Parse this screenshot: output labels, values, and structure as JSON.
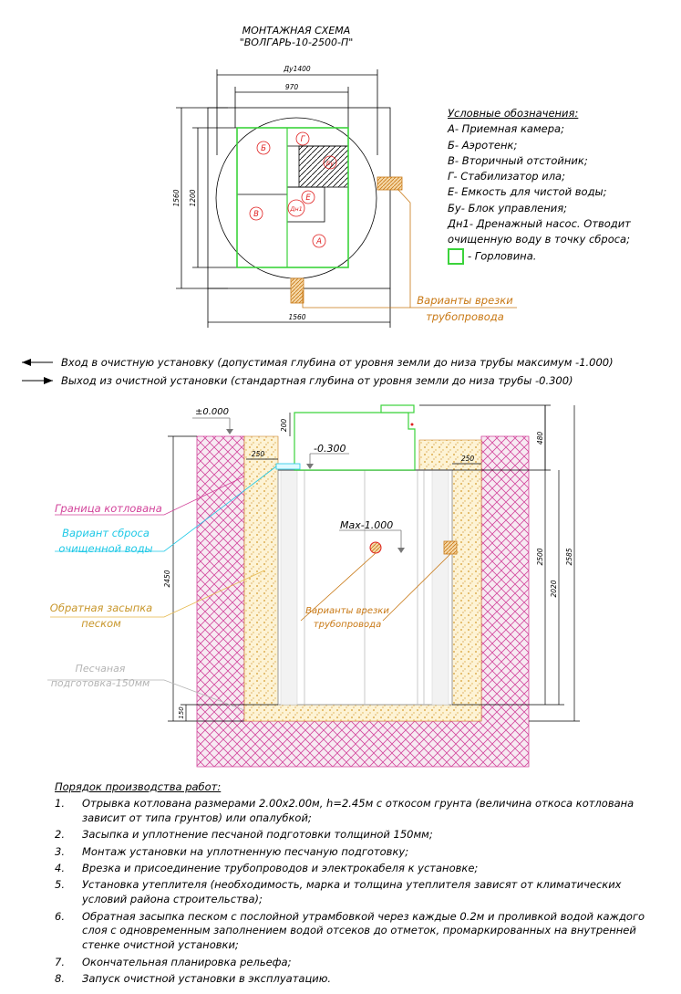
{
  "title": {
    "line1": "МОНТАЖНАЯ СХЕМА",
    "line2": "\"ВОЛГАРЬ-10-2500-П\""
  },
  "plan": {
    "dims": {
      "du": "Ду1400",
      "w970": "970",
      "h1560": "1560",
      "h1200": "1200",
      "bottom1560": "1560"
    },
    "labels": {
      "b": "Б",
      "g": "Г",
      "bu": "Бу",
      "v": "В",
      "dn": "Дн1",
      "e": "Е",
      "a": "А"
    },
    "pipe_note": [
      "Варианты врезки",
      "трубопровода"
    ]
  },
  "legend": {
    "title": "Условные обозначения:",
    "items": [
      "А- Приемная камера;",
      "Б- Аэротенк;",
      "В- Вторичный отстойник;",
      "Г- Стабилизатор ила;",
      "Е- Емкость для чистой воды;",
      "Бу- Блок управления;",
      "Дн1- Дренажный насос. Отводит",
      "очищенную воду в точку сброса;"
    ],
    "neck": "- Горловина."
  },
  "arrows": {
    "inlet": "Вход в очистную установку (допустимая глубина от уровня земли до низа трубы максимум -1.000)",
    "outlet": "Выход из очистной установки (стандартная глубина от уровня земли до низа трубы -0.300)"
  },
  "section": {
    "zero": "±0.000",
    "level_03": "-0.300",
    "max_1000": "Max-1.000",
    "dims": {
      "d200": "200",
      "d480": "480",
      "d250l": "250",
      "d250r": "250",
      "d2450": "2450",
      "d2500": "2500",
      "d2020": "2020",
      "d2585": "2585",
      "d150": "150"
    },
    "notes": {
      "pit": "Граница котлована",
      "discharge": [
        "Вариант сброса",
        "очищенной воды"
      ],
      "backfill": [
        "Обратная засыпка",
        "песком"
      ],
      "sand": [
        "Песчаная",
        "подготовка-150мм"
      ],
      "pipes": [
        "Варианты врезки",
        "трубопровода"
      ]
    }
  },
  "steps": {
    "title": "Порядок производства работ:",
    "items": [
      {
        "n": "1.",
        "t": "Отрывка котлована размерами 2.00х2.00м, h=2.45м с откосом грунта (величина откоса котлована зависит от типа грунтов) или опалубкой;"
      },
      {
        "n": "2.",
        "t": "Засыпка и уплотнение песчаной подготовки толщиной 150мм;"
      },
      {
        "n": "3.",
        "t": "Монтаж установки на уплотненную песчаную подготовку;"
      },
      {
        "n": "4.",
        "t": "Врезка и присоединение трубопроводов и электрокабеля к установке;"
      },
      {
        "n": "5.",
        "t": "Установка утеплителя (необходимость, марка и толщина утеплителя зависят от климатических условий района строительства);"
      },
      {
        "n": "6.",
        "t": "Обратная засыпка песком с послойной утрамбовкой через каждые 0.2м и проливкой водой каждого слоя с одновременным заполнением водой отсеков до отметок, промаркированных на внутренней стенке очистной установки;"
      },
      {
        "n": "7.",
        "t": "Окончательная планировка рельефа;"
      },
      {
        "n": "8.",
        "t": "Запуск очистной установки в эксплуатацию."
      }
    ]
  },
  "colors": {
    "green": "#3bd33b",
    "red": "#e02020",
    "orange": "#c87814",
    "pink": "#d2439a",
    "cyan": "#1ec8e6",
    "sand": "#e6b84a",
    "gray": "#b4b4b4"
  }
}
